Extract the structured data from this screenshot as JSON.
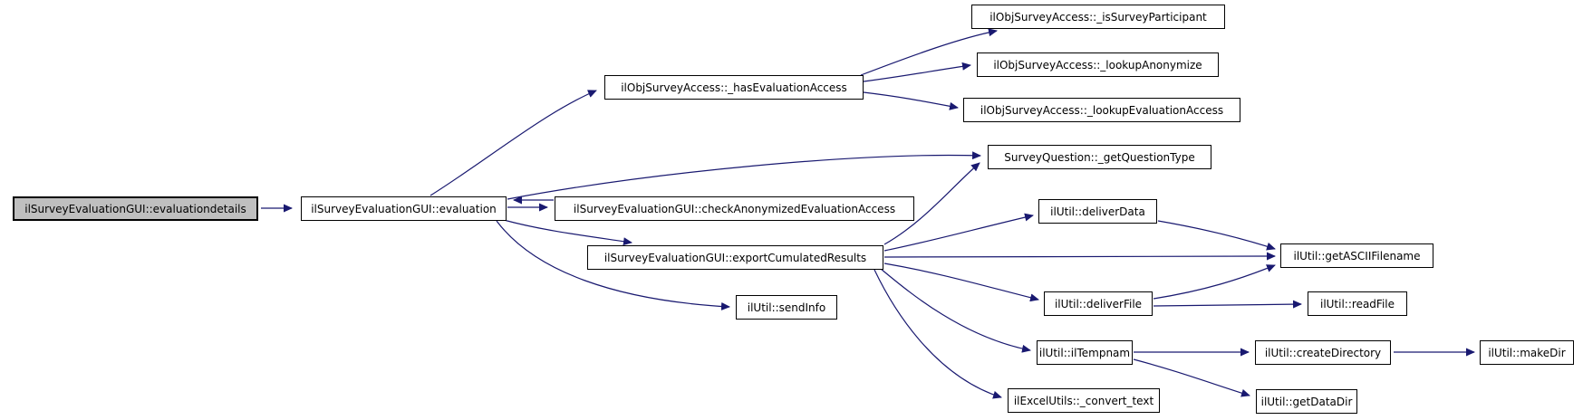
{
  "graph": {
    "type": "doxygen-call-graph",
    "colors": {
      "edge": "#191970",
      "node_border": "#000000",
      "node_fill": "#ffffff",
      "highlight_fill": "#bfbfbf",
      "background": "#ffffff"
    },
    "nodes": [
      {
        "id": "evaluationdetails",
        "label": "ilSurveyEvaluationGUI::evaluationdetails",
        "highlighted": true
      },
      {
        "id": "evaluation",
        "label": "ilSurveyEvaluationGUI::evaluation",
        "highlighted": false
      },
      {
        "id": "hasEvaluationAccess",
        "label": "ilObjSurveyAccess::_hasEvaluationAccess",
        "highlighted": false
      },
      {
        "id": "isSurveyParticipant",
        "label": "ilObjSurveyAccess::_isSurveyParticipant",
        "highlighted": false
      },
      {
        "id": "lookupAnonymize",
        "label": "ilObjSurveyAccess::_lookupAnonymize",
        "highlighted": false
      },
      {
        "id": "lookupEvaluationAccess",
        "label": "ilObjSurveyAccess::_lookupEvaluationAccess",
        "highlighted": false
      },
      {
        "id": "getQuestionType",
        "label": "SurveyQuestion::_getQuestionType",
        "highlighted": false
      },
      {
        "id": "checkAnonymized",
        "label": "ilSurveyEvaluationGUI::checkAnonymizedEvaluationAccess",
        "highlighted": false
      },
      {
        "id": "exportCumulatedResults",
        "label": "ilSurveyEvaluationGUI::exportCumulatedResults",
        "highlighted": false
      },
      {
        "id": "sendInfo",
        "label": "ilUtil::sendInfo",
        "highlighted": false
      },
      {
        "id": "deliverData",
        "label": "ilUtil::deliverData",
        "highlighted": false
      },
      {
        "id": "getASCIIFilename",
        "label": "ilUtil::getASCIIFilename",
        "highlighted": false
      },
      {
        "id": "deliverFile",
        "label": "ilUtil::deliverFile",
        "highlighted": false
      },
      {
        "id": "readFile",
        "label": "ilUtil::readFile",
        "highlighted": false
      },
      {
        "id": "ilTempnam",
        "label": "ilUtil::ilTempnam",
        "highlighted": false
      },
      {
        "id": "createDirectory",
        "label": "ilUtil::createDirectory",
        "highlighted": false
      },
      {
        "id": "makeDir",
        "label": "ilUtil::makeDir",
        "highlighted": false
      },
      {
        "id": "getDataDir",
        "label": "ilUtil::getDataDir",
        "highlighted": false
      },
      {
        "id": "convertText",
        "label": "ilExcelUtils::_convert_text",
        "highlighted": false
      }
    ],
    "edges": [
      {
        "from": "evaluationdetails",
        "to": "evaluation"
      },
      {
        "from": "evaluation",
        "to": "hasEvaluationAccess"
      },
      {
        "from": "evaluation",
        "to": "getQuestionType"
      },
      {
        "from": "evaluation",
        "to": "checkAnonymized"
      },
      {
        "from": "checkAnonymized",
        "to": "evaluation"
      },
      {
        "from": "evaluation",
        "to": "exportCumulatedResults"
      },
      {
        "from": "evaluation",
        "to": "sendInfo"
      },
      {
        "from": "hasEvaluationAccess",
        "to": "isSurveyParticipant"
      },
      {
        "from": "hasEvaluationAccess",
        "to": "lookupAnonymize"
      },
      {
        "from": "hasEvaluationAccess",
        "to": "lookupEvaluationAccess"
      },
      {
        "from": "exportCumulatedResults",
        "to": "getQuestionType"
      },
      {
        "from": "exportCumulatedResults",
        "to": "deliverData"
      },
      {
        "from": "exportCumulatedResults",
        "to": "getASCIIFilename"
      },
      {
        "from": "exportCumulatedResults",
        "to": "deliverFile"
      },
      {
        "from": "exportCumulatedResults",
        "to": "ilTempnam"
      },
      {
        "from": "exportCumulatedResults",
        "to": "convertText"
      },
      {
        "from": "deliverData",
        "to": "getASCIIFilename"
      },
      {
        "from": "deliverFile",
        "to": "getASCIIFilename"
      },
      {
        "from": "deliverFile",
        "to": "readFile"
      },
      {
        "from": "ilTempnam",
        "to": "createDirectory"
      },
      {
        "from": "ilTempnam",
        "to": "getDataDir"
      },
      {
        "from": "createDirectory",
        "to": "makeDir"
      }
    ]
  }
}
